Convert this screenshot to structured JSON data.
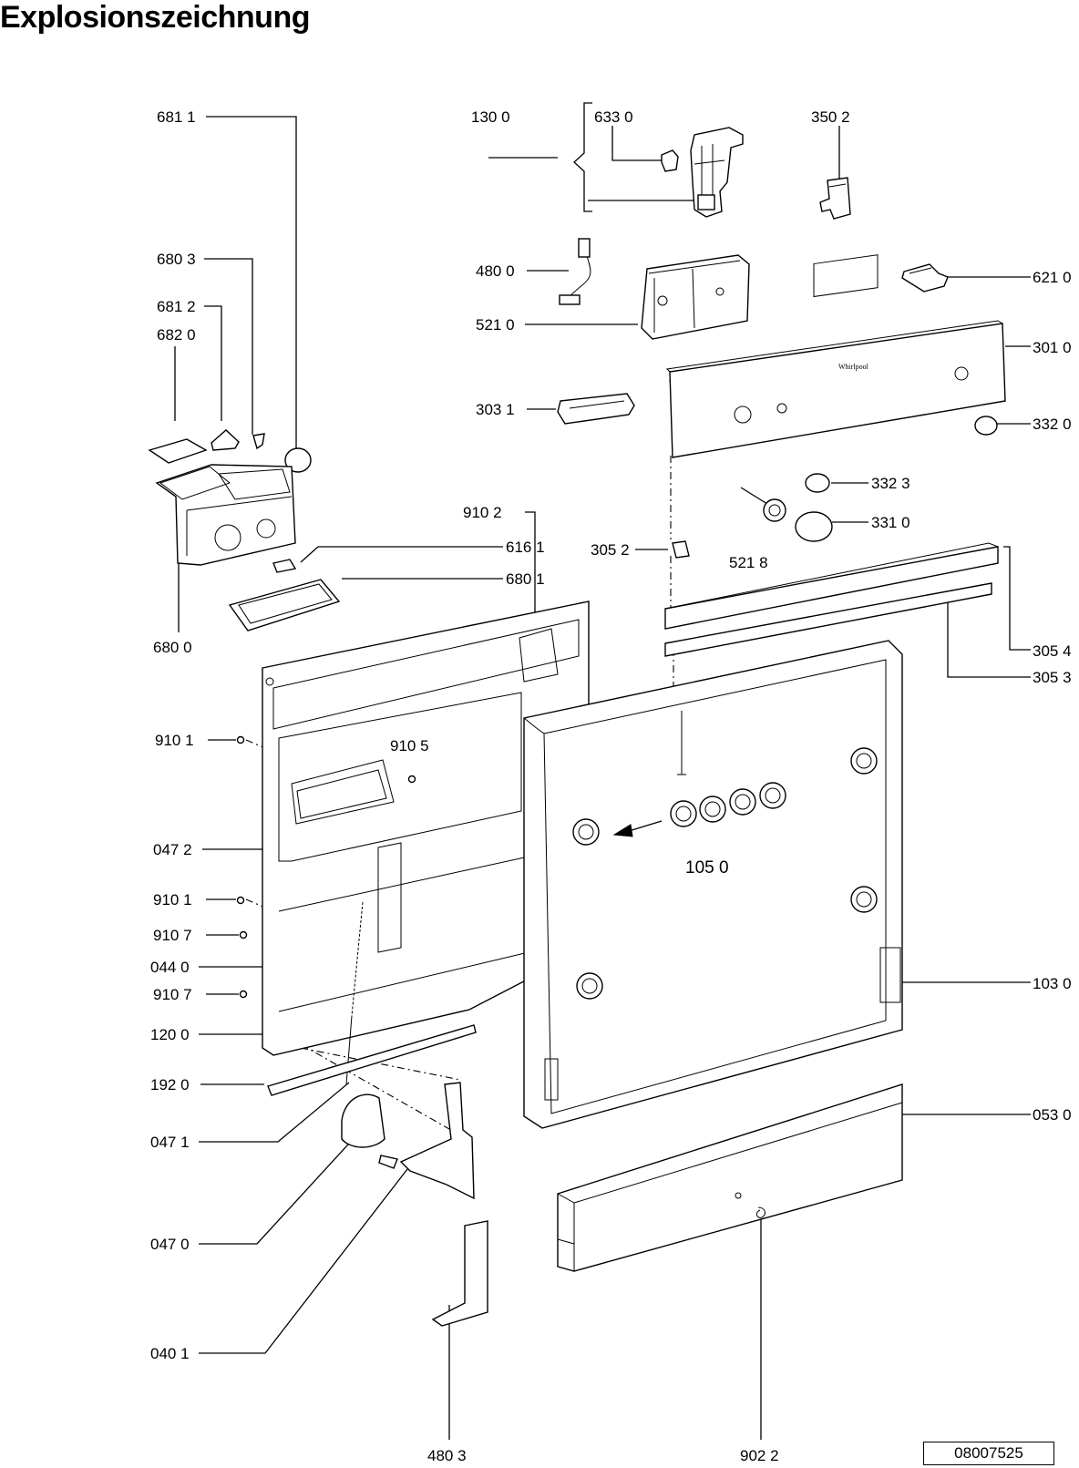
{
  "title": "Explosionszeichnung",
  "drawing_number": "08007525",
  "parts": {
    "p6811": "681 1",
    "p1300": "130 0",
    "p6330": "633 0",
    "p3502": "350 2",
    "p6803": "680 3",
    "p4800": "480 0",
    "p6210": "621 0",
    "p6812": "681 2",
    "p6820": "682 0",
    "p5210": "521 0",
    "p3010": "301 0",
    "p3031": "303 1",
    "p3320": "332 0",
    "p3323": "332 3",
    "p9102": "910 2",
    "p3310": "331 0",
    "p6161": "616 1",
    "p3052": "305 2",
    "p5218": "521 8",
    "p6801": "680 1",
    "p6800": "680 0",
    "p3054": "305 4",
    "p3053": "305 3",
    "p9101a": "910 1",
    "p9105": "910 5",
    "p0472": "047 2",
    "p1050": "105 0",
    "p9101b": "910 1",
    "p9107a": "910 7",
    "p0440": "044 0",
    "p1030": "103 0",
    "p9107b": "910 7",
    "p1200": "120 0",
    "p1920": "192 0",
    "p0530": "053 0",
    "p0471": "047 1",
    "p0470": "047 0",
    "p0401": "040 1",
    "p4803": "480 3",
    "p9022": "902 2"
  }
}
